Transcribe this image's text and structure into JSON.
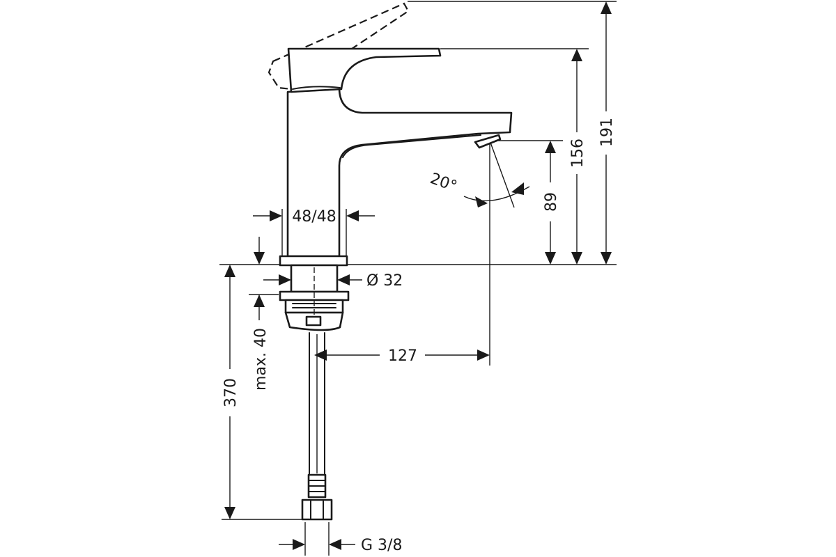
{
  "dimensions": {
    "total_height": "191",
    "handle_height": "156",
    "spout_height": "89",
    "body_width": "48/48",
    "diameter": "Ø 32",
    "max_thickness": "max. 40",
    "hose_length": "370",
    "projection": "127",
    "thread": "G 3/8",
    "angle": "20°"
  },
  "colors": {
    "line": "#1a1a1a",
    "background": "#ffffff"
  }
}
